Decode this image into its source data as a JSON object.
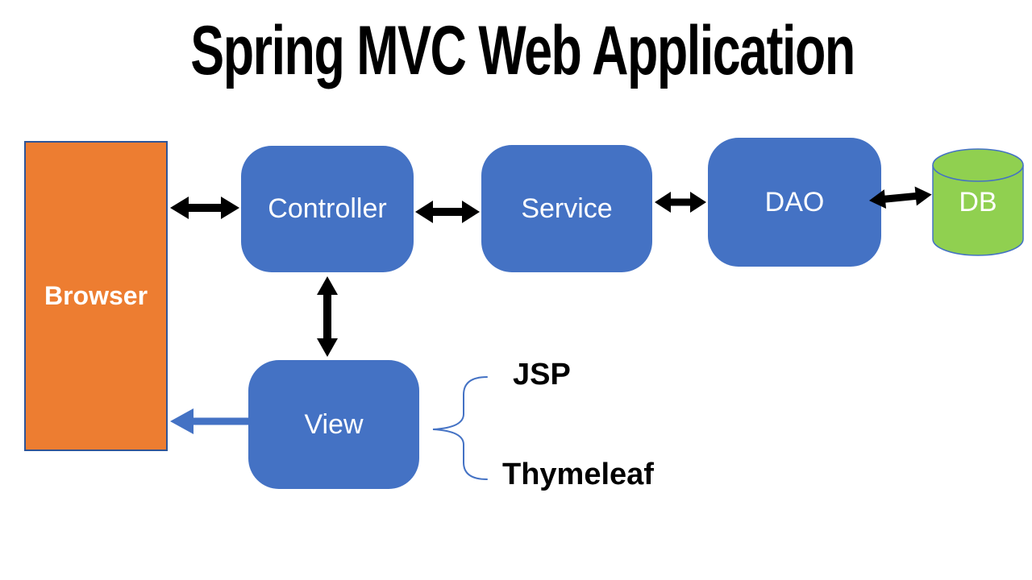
{
  "title": "Spring MVC Web Application",
  "nodes": {
    "browser": {
      "label": "Browser",
      "shape": "rectangle",
      "fill": "#ED7D31"
    },
    "controller": {
      "label": "Controller",
      "shape": "rounded-rectangle",
      "fill": "#4472C4"
    },
    "service": {
      "label": "Service",
      "shape": "rounded-rectangle",
      "fill": "#4472C4"
    },
    "dao": {
      "label": "DAO",
      "shape": "rounded-rectangle",
      "fill": "#4472C4"
    },
    "view": {
      "label": "View",
      "shape": "rounded-rectangle",
      "fill": "#4472C4"
    },
    "db": {
      "label": "DB",
      "shape": "cylinder",
      "fill": "#90D050"
    }
  },
  "annotations": {
    "jsp": "JSP",
    "thymeleaf": "Thymeleaf"
  },
  "connectors": [
    {
      "from": "browser",
      "to": "controller",
      "style": "double-headed-arrow",
      "color": "#000000"
    },
    {
      "from": "controller",
      "to": "service",
      "style": "double-headed-arrow",
      "color": "#000000"
    },
    {
      "from": "service",
      "to": "dao",
      "style": "double-headed-arrow",
      "color": "#000000"
    },
    {
      "from": "dao",
      "to": "db",
      "style": "double-headed-arrow",
      "color": "#000000"
    },
    {
      "from": "controller",
      "to": "view",
      "style": "double-headed-arrow",
      "color": "#000000"
    },
    {
      "from": "view",
      "to": "browser",
      "style": "single-headed-arrow",
      "color": "#4472C4"
    },
    {
      "from": "view",
      "to": "jsp-and-thymeleaf",
      "style": "curly-brace",
      "color": "#4472C4"
    }
  ],
  "colors": {
    "title_text": "#000000",
    "browser_fill": "#ED7D31",
    "browser_border": "#2F5597",
    "node_fill": "#4472C4",
    "node_text": "#FFFFFF",
    "db_fill": "#90D050",
    "db_border": "#4472C4",
    "connector_black": "#000000",
    "connector_blue": "#4472C4",
    "brace": "#4472C4",
    "annotation_text": "#000000",
    "background": "#FFFFFF"
  }
}
